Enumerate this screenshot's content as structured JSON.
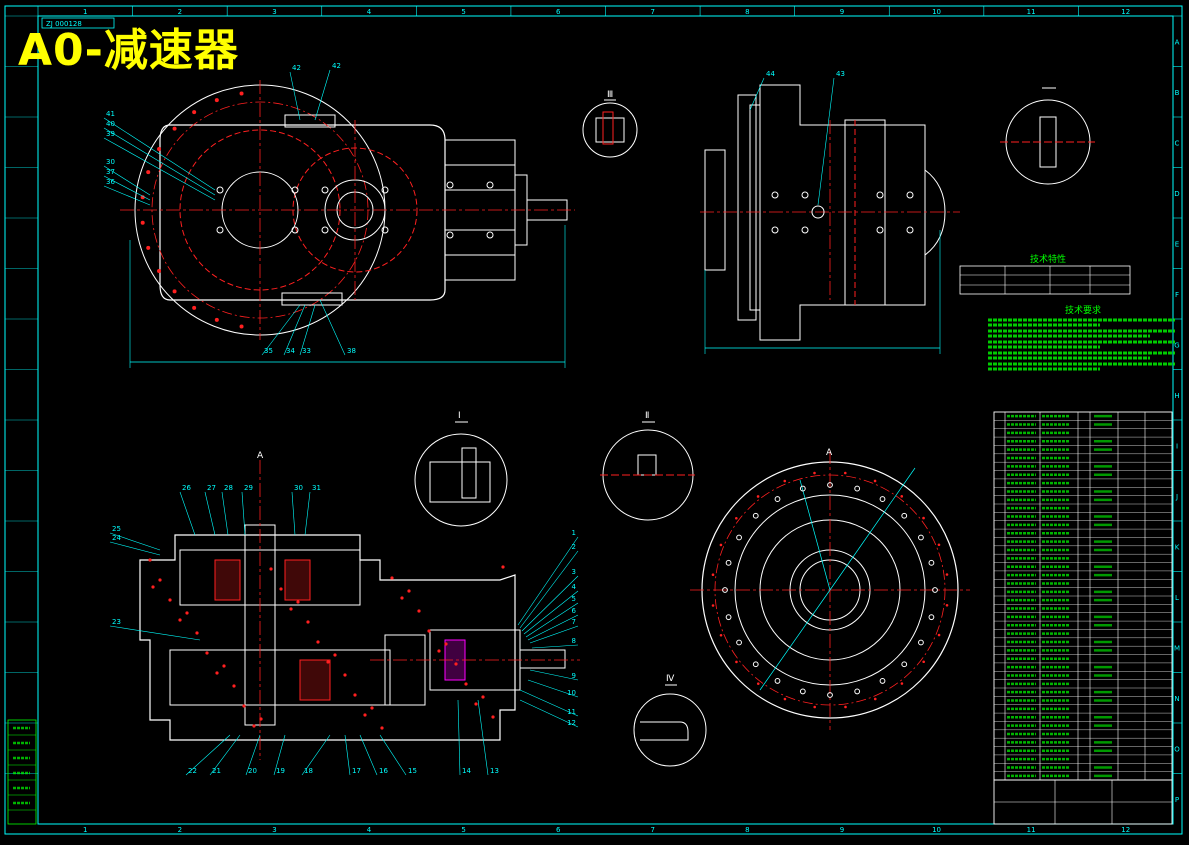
{
  "title": "A0-减速器",
  "drawing_tag": "ZJ 000128",
  "colors": {
    "background": "#000000",
    "frame": "#00ffff",
    "outline": "#ffffff",
    "center": "#ff2020",
    "dim": "#00ffff",
    "notes": "#00ff00",
    "title": "#ffff00"
  },
  "border": {
    "columns": [
      "1",
      "2",
      "3",
      "4",
      "5",
      "6",
      "7",
      "8",
      "9",
      "10",
      "11",
      "12"
    ],
    "rows": [
      "A",
      "B",
      "C",
      "D",
      "E",
      "F",
      "G",
      "H",
      "I",
      "J",
      "K",
      "L",
      "M",
      "N",
      "O",
      "P"
    ]
  },
  "views": {
    "front_leaders": [
      "41",
      "40",
      "39",
      "30",
      "37",
      "36",
      "42",
      "42",
      "35",
      "34",
      "33",
      "38"
    ],
    "side_leaders": [
      "44",
      "43"
    ],
    "section_leaders_top": [
      "26",
      "27",
      "28",
      "29",
      "30",
      "31",
      "25",
      "24",
      "23"
    ],
    "section_leaders_bottom": [
      "22",
      "21",
      "20",
      "19",
      "18",
      "17",
      "16",
      "15",
      "14",
      "13"
    ],
    "section_leaders_right": [
      "1",
      "2",
      "3",
      "4",
      "5",
      "6",
      "7",
      "8",
      "9",
      "10",
      "11",
      "12"
    ],
    "detail_labels": [
      "Ⅲ",
      "Ⅰ",
      "Ⅱ",
      "Ⅳ",
      "A"
    ]
  },
  "specs": {
    "header": "技术特性",
    "notes_header": "技术要求",
    "notes_count": 5
  },
  "parts_list": {
    "row_count": 44
  }
}
